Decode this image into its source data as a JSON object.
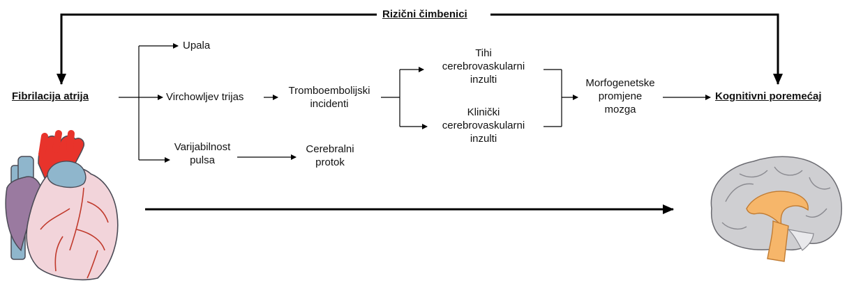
{
  "nodes": {
    "risk_factors": "Rizični čimbenici",
    "atrial_fibrillation": "Fibrilacija atrija",
    "cognitive_disorder": "Kognitivni poremećaj",
    "inflammation": "Upala",
    "virchow": "Virchowljev trijas",
    "thromboembolic": [
      "Tromboembolijski",
      "incidenti"
    ],
    "pulse_variability": [
      "Varijabilnost",
      "pulsa"
    ],
    "cerebral_flow": [
      "Cerebralni",
      "protok"
    ],
    "silent_infarcts": [
      "Tihi",
      "cerebrovaskularni",
      "inzulti"
    ],
    "clinical_infarcts": [
      "Klinički",
      "cerebrovaskularni",
      "inzulti"
    ],
    "morphogenetic": [
      "Morfogenetske",
      "promjene",
      "mozga"
    ]
  },
  "colors": {
    "line": "#000000",
    "aorta": "#e8332b",
    "vein": "#8fb6cc",
    "atrium": "#9a7aa0",
    "heart_body": "#f2d4da",
    "vessels": "#c0392b",
    "brain_grey": "#cfcfd2",
    "brain_core": "#f6b66a"
  },
  "icons": [
    "heart-illustration",
    "brain-illustration"
  ]
}
